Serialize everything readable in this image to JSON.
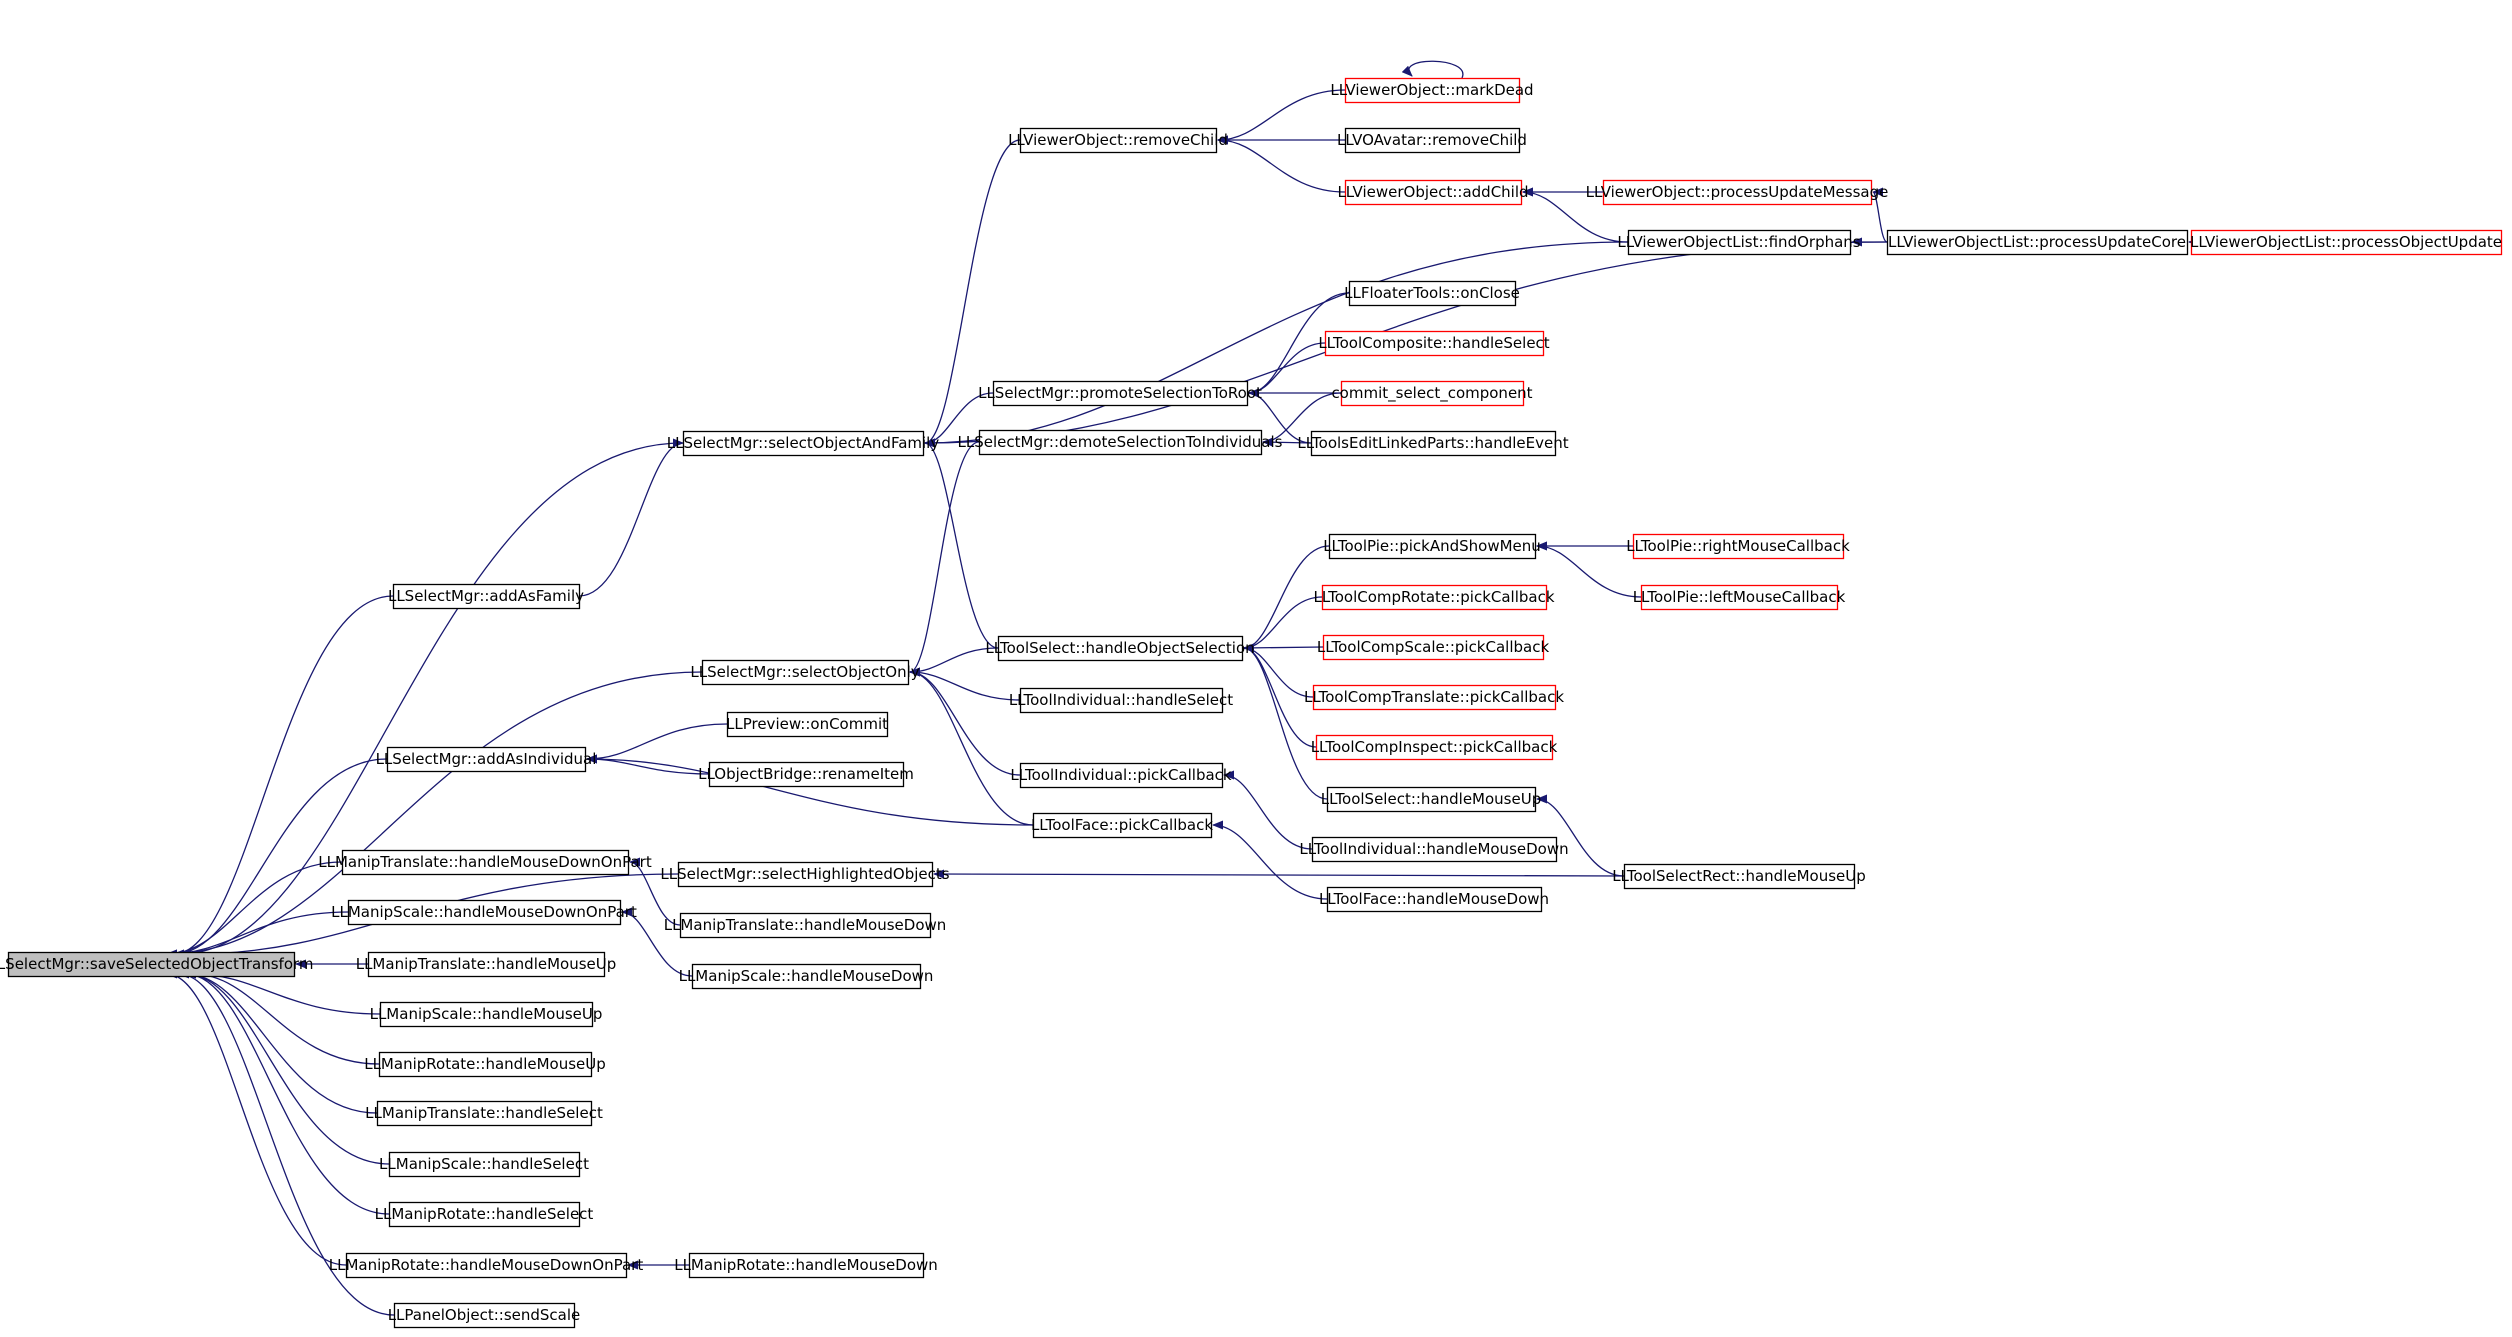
{
  "nodes": [
    {
      "id": "root",
      "label": "LLSelectMgr::saveSelectedObjectTransform",
      "style": "root"
    },
    {
      "id": "selAndFam",
      "label": "LLSelectMgr::selectObjectAndFamily",
      "style": "normal"
    },
    {
      "id": "addAsFam",
      "label": "LLSelectMgr::addAsFamily",
      "style": "normal"
    },
    {
      "id": "selOnly",
      "label": "LLSelectMgr::selectObjectOnly",
      "style": "normal"
    },
    {
      "id": "addAsInd",
      "label": "LLSelectMgr::addAsIndividual",
      "style": "normal"
    },
    {
      "id": "mtHMDOP",
      "label": "LLManipTranslate::handleMouseDownOnPart",
      "style": "normal"
    },
    {
      "id": "selHi",
      "label": "LLSelectMgr::selectHighlightedObjects",
      "style": "normal"
    },
    {
      "id": "msHMDOP",
      "label": "LLManipScale::handleMouseDownOnPart",
      "style": "normal"
    },
    {
      "id": "mtHMU",
      "label": "LLManipTranslate::handleMouseUp",
      "style": "normal"
    },
    {
      "id": "msHMU",
      "label": "LLManipScale::handleMouseUp",
      "style": "normal"
    },
    {
      "id": "mrHMU",
      "label": "LLManipRotate::handleMouseUp",
      "style": "normal"
    },
    {
      "id": "mtHS",
      "label": "LLManipTranslate::handleSelect",
      "style": "normal"
    },
    {
      "id": "msHS",
      "label": "LLManipScale::handleSelect",
      "style": "normal"
    },
    {
      "id": "mrHS",
      "label": "LLManipRotate::handleSelect",
      "style": "normal"
    },
    {
      "id": "mrHMDOP",
      "label": "LLManipRotate::handleMouseDownOnPart",
      "style": "normal"
    },
    {
      "id": "pSS",
      "label": "LLPanelObject::sendScale",
      "style": "normal"
    },
    {
      "id": "voRC",
      "label": "LLViewerObject::removeChild",
      "style": "normal"
    },
    {
      "id": "promote",
      "label": "LLSelectMgr::promoteSelectionToRoot",
      "style": "normal"
    },
    {
      "id": "demote",
      "label": "LLSelectMgr::demoteSelectionToIndividuals",
      "style": "normal"
    },
    {
      "id": "tsHOS",
      "label": "LLToolSelect::handleObjectSelection",
      "style": "normal"
    },
    {
      "id": "tiHS",
      "label": "LLToolIndividual::handleSelect",
      "style": "normal"
    },
    {
      "id": "prevOC",
      "label": "LLPreview::onCommit",
      "style": "normal"
    },
    {
      "id": "obRI",
      "label": "LLObjectBridge::renameItem",
      "style": "normal"
    },
    {
      "id": "tiPC",
      "label": "LLToolIndividual::pickCallback",
      "style": "normal"
    },
    {
      "id": "tfPC",
      "label": "LLToolFace::pickCallback",
      "style": "normal"
    },
    {
      "id": "mtHMD",
      "label": "LLManipTranslate::handleMouseDown",
      "style": "normal"
    },
    {
      "id": "msHMD",
      "label": "LLManipScale::handleMouseDown",
      "style": "normal"
    },
    {
      "id": "mrHMD",
      "label": "LLManipRotate::handleMouseDown",
      "style": "normal"
    },
    {
      "id": "voMD",
      "label": "LLViewerObject::markDead",
      "style": "truncated"
    },
    {
      "id": "voaRC",
      "label": "LLVOAvatar::removeChild",
      "style": "normal"
    },
    {
      "id": "voAC",
      "label": "LLViewerObject::addChild",
      "style": "truncated"
    },
    {
      "id": "ftOC",
      "label": "LLFloaterTools::onClose",
      "style": "normal"
    },
    {
      "id": "tcHS",
      "label": "LLToolComposite::handleSelect",
      "style": "truncated"
    },
    {
      "id": "csc",
      "label": "commit_select_component",
      "style": "truncated"
    },
    {
      "id": "telpHE",
      "label": "LLToolsEditLinkedParts::handleEvent",
      "style": "normal"
    },
    {
      "id": "tpPASM",
      "label": "LLToolPie::pickAndShowMenu",
      "style": "normal"
    },
    {
      "id": "tcrPC",
      "label": "LLToolCompRotate::pickCallback",
      "style": "truncated"
    },
    {
      "id": "tcsPC",
      "label": "LLToolCompScale::pickCallback",
      "style": "truncated"
    },
    {
      "id": "tctPC",
      "label": "LLToolCompTranslate::pickCallback",
      "style": "truncated"
    },
    {
      "id": "tciPC",
      "label": "LLToolCompInspect::pickCallback",
      "style": "truncated"
    },
    {
      "id": "tsHMU",
      "label": "LLToolSelect::handleMouseUp",
      "style": "normal"
    },
    {
      "id": "tiHMD",
      "label": "LLToolIndividual::handleMouseDown",
      "style": "normal"
    },
    {
      "id": "tfHMD",
      "label": "LLToolFace::handleMouseDown",
      "style": "normal"
    },
    {
      "id": "voPUM",
      "label": "LLViewerObject::processUpdateMessage",
      "style": "truncated"
    },
    {
      "id": "volFO",
      "label": "LLViewerObjectList::findOrphans",
      "style": "normal"
    },
    {
      "id": "tpRMC",
      "label": "LLToolPie::rightMouseCallback",
      "style": "truncated"
    },
    {
      "id": "tpLMC",
      "label": "LLToolPie::leftMouseCallback",
      "style": "truncated"
    },
    {
      "id": "tsrHMU",
      "label": "LLToolSelectRect::handleMouseUp",
      "style": "normal"
    },
    {
      "id": "volPUC",
      "label": "LLViewerObjectList::processUpdateCore",
      "style": "normal"
    },
    {
      "id": "volPOU",
      "label": "LLViewerObjectList::processObjectUpdate",
      "style": "truncated"
    }
  ],
  "edges": [
    [
      "selAndFam",
      "root"
    ],
    [
      "addAsFam",
      "root"
    ],
    [
      "selOnly",
      "root"
    ],
    [
      "addAsInd",
      "root"
    ],
    [
      "mtHMDOP",
      "root"
    ],
    [
      "selHi",
      "root"
    ],
    [
      "msHMDOP",
      "root"
    ],
    [
      "mtHMU",
      "root"
    ],
    [
      "msHMU",
      "root"
    ],
    [
      "mrHMU",
      "root"
    ],
    [
      "mtHS",
      "root"
    ],
    [
      "msHS",
      "root"
    ],
    [
      "mrHS",
      "root"
    ],
    [
      "mrHMDOP",
      "root"
    ],
    [
      "pSS",
      "root"
    ],
    [
      "addAsFam",
      "selAndFam"
    ],
    [
      "voRC",
      "selAndFam"
    ],
    [
      "promote",
      "selAndFam"
    ],
    [
      "volFO",
      "selAndFam"
    ],
    [
      "tsHOS",
      "selAndFam"
    ],
    [
      "volPUC",
      "selAndFam"
    ],
    [
      "demote",
      "selOnly"
    ],
    [
      "tsHOS",
      "selOnly"
    ],
    [
      "tiHS",
      "selOnly"
    ],
    [
      "tiPC",
      "selOnly"
    ],
    [
      "tfPC",
      "selOnly"
    ],
    [
      "prevOC",
      "addAsInd"
    ],
    [
      "obRI",
      "addAsInd"
    ],
    [
      "tfPC",
      "addAsInd"
    ],
    [
      "mtHMD",
      "mtHMDOP"
    ],
    [
      "msHMD",
      "msHMDOP"
    ],
    [
      "mrHMD",
      "mrHMDOP"
    ],
    [
      "tsrHMU",
      "selHi"
    ],
    [
      "voMD",
      "voRC"
    ],
    [
      "voaRC",
      "voRC"
    ],
    [
      "voAC",
      "voRC"
    ],
    [
      "voMD",
      "voMD"
    ],
    [
      "ftOC",
      "promote"
    ],
    [
      "tcHS",
      "promote"
    ],
    [
      "csc",
      "promote"
    ],
    [
      "telpHE",
      "promote"
    ],
    [
      "csc",
      "demote"
    ],
    [
      "telpHE",
      "demote"
    ],
    [
      "tpPASM",
      "tsHOS"
    ],
    [
      "tcrPC",
      "tsHOS"
    ],
    [
      "tcsPC",
      "tsHOS"
    ],
    [
      "tctPC",
      "tsHOS"
    ],
    [
      "tciPC",
      "tsHOS"
    ],
    [
      "tsHMU",
      "tsHOS"
    ],
    [
      "tiHMD",
      "tiPC"
    ],
    [
      "tfHMD",
      "tfPC"
    ],
    [
      "voPUM",
      "voAC"
    ],
    [
      "volFO",
      "voAC"
    ],
    [
      "tpRMC",
      "tpPASM"
    ],
    [
      "tpLMC",
      "tpPASM"
    ],
    [
      "tsrHMU",
      "tsHMU"
    ],
    [
      "volPUC",
      "voPUM"
    ],
    [
      "volPUC",
      "volFO"
    ],
    [
      "volPOU",
      "volPUC"
    ]
  ],
  "colors": {
    "edge": "#191970",
    "node_border": "#000000",
    "truncated_border": "#ff0000",
    "root_fill": "#bfbfbf",
    "node_fill": "#ffffff"
  }
}
